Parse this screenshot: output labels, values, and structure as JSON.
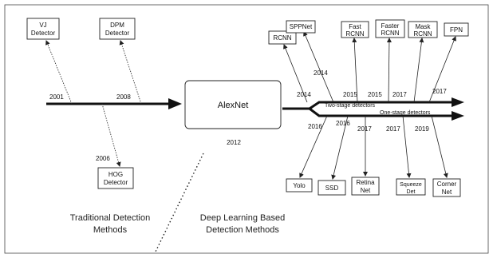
{
  "figure": {
    "hub": {
      "label": "AlexNet",
      "year": "2012"
    },
    "sections": {
      "traditional": [
        "Traditional Detection",
        "Methods"
      ],
      "deep_learning": [
        "Deep Learning Based",
        "Detection Methods"
      ]
    },
    "branches": {
      "two_stage": "Two-stage detectors",
      "one_stage": "One-stage detectors"
    },
    "traditional_detectors": [
      {
        "lines": [
          "VJ",
          "Detector"
        ],
        "year": "2001"
      },
      {
        "lines": [
          "DPM",
          "Detector"
        ],
        "year": "2008"
      },
      {
        "lines": [
          "HOG",
          "Detector"
        ],
        "year": "2006"
      }
    ],
    "two_stage_detectors": [
      {
        "lines": [
          "RCNN"
        ],
        "year": "2014"
      },
      {
        "lines": [
          "SPPNet"
        ],
        "year": "2014"
      },
      {
        "lines": [
          "Fast",
          "RCNN"
        ],
        "year": "2015"
      },
      {
        "lines": [
          "Faster",
          "RCNN"
        ],
        "year": "2015"
      },
      {
        "lines": [
          "Mask",
          "RCNN"
        ],
        "year": "2017"
      },
      {
        "lines": [
          "FPN"
        ],
        "year": "2017"
      }
    ],
    "one_stage_detectors": [
      {
        "lines": [
          "Yolo"
        ],
        "year": "2016"
      },
      {
        "lines": [
          "SSD"
        ],
        "year": "2016"
      },
      {
        "lines": [
          "Retina",
          "Net"
        ],
        "year": "2017"
      },
      {
        "lines": [
          "Squeeze",
          "Det"
        ],
        "year": "2017"
      },
      {
        "lines": [
          "Corner",
          "Net"
        ],
        "year": "2019"
      }
    ]
  }
}
